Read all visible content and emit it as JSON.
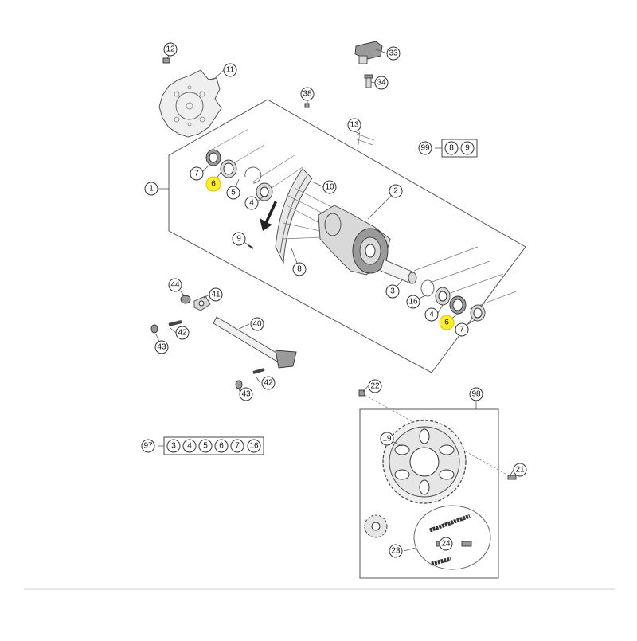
{
  "callouts": {
    "c1": "1",
    "c2": "2",
    "c3": "3",
    "c4a": "4",
    "c4b": "4",
    "c5": "5",
    "c6a": "6",
    "c6b": "6",
    "c7a": "7",
    "c7b": "7",
    "c8": "8",
    "c9": "9",
    "c10": "10",
    "c11": "11",
    "c12": "12",
    "c13": "13",
    "c16": "16",
    "c19": "19",
    "c21": "21",
    "c22": "22",
    "c23": "23",
    "c24": "24",
    "c33": "33",
    "c34": "34",
    "c38": "38",
    "c40": "40",
    "c41": "41",
    "c42a": "42",
    "c42b": "42",
    "c43a": "43",
    "c43b": "43",
    "c44": "44",
    "c98": "98"
  },
  "kit97": {
    "label": "97",
    "items": [
      "3",
      "4",
      "5",
      "6",
      "7",
      "16"
    ]
  },
  "kit99": {
    "label": "99",
    "items": [
      "8",
      "9"
    ]
  },
  "colors": {
    "highlight": "#ffee33",
    "line": "#444444"
  }
}
